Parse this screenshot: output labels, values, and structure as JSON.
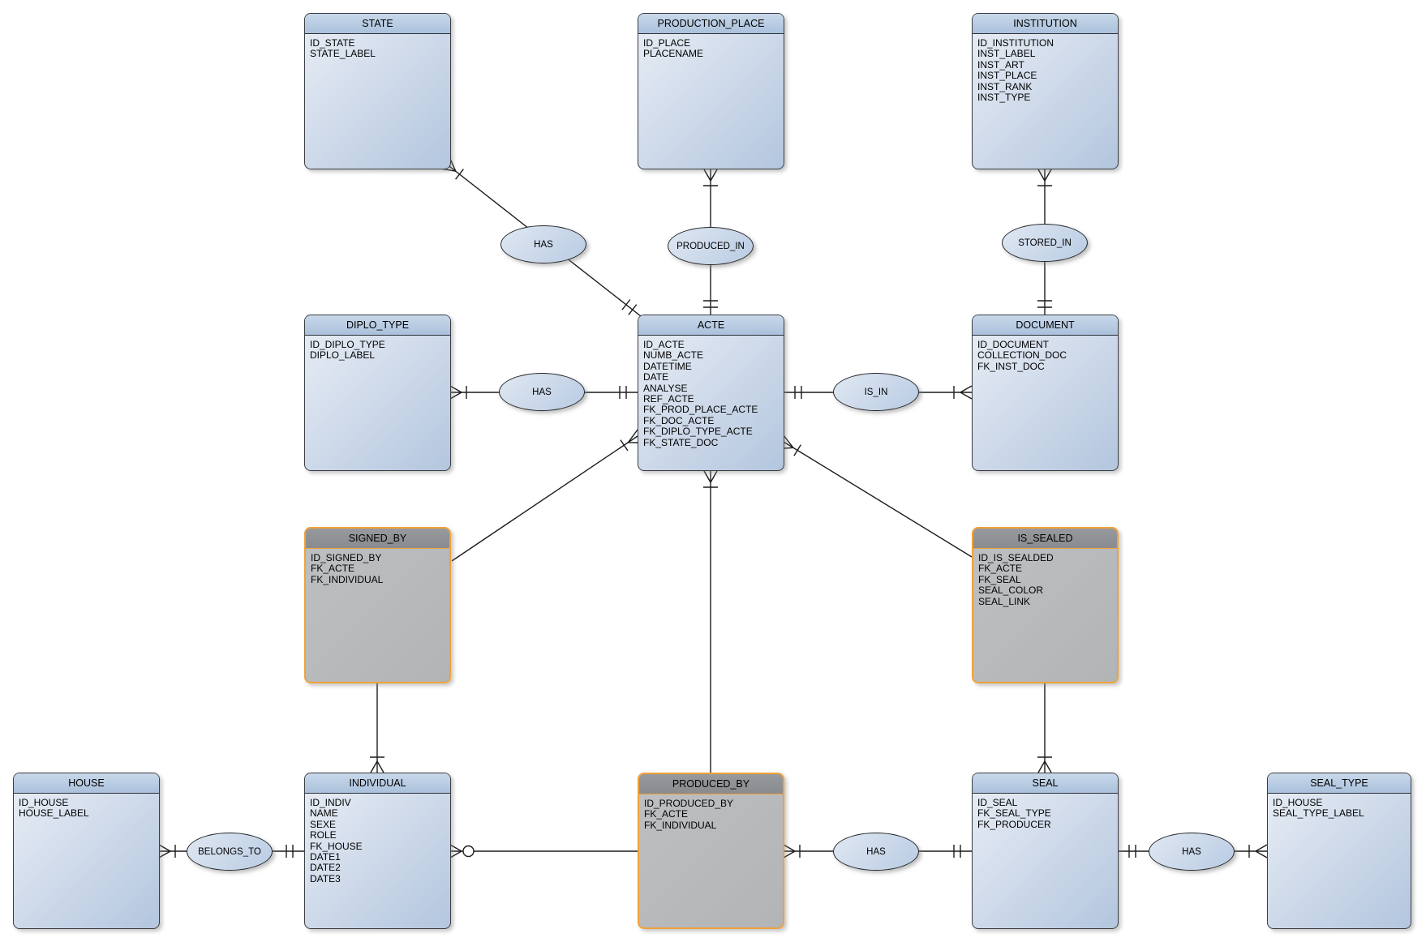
{
  "diagram": {
    "background": "#ffffff",
    "colors": {
      "entity_header": "#b6cbe3",
      "entity_body": "#ccd8e9",
      "entity_border": "#3a3d42",
      "association_header": "#8e9194",
      "association_body": "#b4b6b8",
      "association_border": "#f0a23a",
      "connector_line": "#1c1c1c"
    }
  },
  "entities": {
    "state": {
      "title": "STATE",
      "fields": [
        "ID_STATE",
        "STATE_LABEL"
      ]
    },
    "production_place": {
      "title": "PRODUCTION_PLACE",
      "fields": [
        "ID_PLACE",
        "PLACENAME"
      ]
    },
    "institution": {
      "title": "INSTITUTION",
      "fields": [
        "ID_INSTITUTION",
        "INST_LABEL",
        "INST_ART",
        "INST_PLACE",
        "INST_RANK",
        "INST_TYPE"
      ]
    },
    "diplo_type": {
      "title": "DIPLO_TYPE",
      "fields": [
        "ID_DIPLO_TYPE",
        "DIPLO_LABEL"
      ]
    },
    "acte": {
      "title": "ACTE",
      "fields": [
        "ID_ACTE",
        "NUMB_ACTE",
        "DATETIME",
        "DATE",
        "ANALYSE",
        "REF_ACTE",
        "FK_PROD_PLACE_ACTE",
        "FK_DOC_ACTE",
        "FK_DIPLO_TYPE_ACTE",
        "FK_STATE_DOC"
      ]
    },
    "document": {
      "title": "DOCUMENT",
      "fields": [
        "ID_DOCUMENT",
        "COLLECTION_DOC",
        "FK_INST_DOC"
      ]
    },
    "signed_by": {
      "title": "SIGNED_BY",
      "fields": [
        "ID_SIGNED_BY",
        "FK_ACTE",
        "FK_INDIVIDUAL"
      ]
    },
    "is_sealed": {
      "title": "IS_SEALED",
      "fields": [
        "ID_IS_SEALDED",
        "FK_ACTE",
        "FK_SEAL",
        "SEAL_COLOR",
        "SEAL_LINK"
      ]
    },
    "house": {
      "title": "HOUSE",
      "fields": [
        "ID_HOUSE",
        "HOUSE_LABEL"
      ]
    },
    "individual": {
      "title": "INDIVIDUAL",
      "fields": [
        "ID_INDIV",
        "NAME",
        "SEXE",
        "ROLE",
        "FK_HOUSE",
        "DATE1",
        "DATE2",
        "DATE3"
      ]
    },
    "produced_by": {
      "title": "PRODUCED_BY",
      "fields": [
        "ID_PRODUCED_BY",
        "FK_ACTE",
        "FK_INDIVIDUAL"
      ]
    },
    "seal": {
      "title": "SEAL",
      "fields": [
        "ID_SEAL",
        "FK_SEAL_TYPE",
        "FK_PRODUCER"
      ]
    },
    "seal_type": {
      "title": "SEAL_TYPE",
      "fields": [
        "ID_HOUSE",
        "SEAL_TYPE_LABEL"
      ]
    }
  },
  "relationships": {
    "has_state_acte": {
      "label": "HAS"
    },
    "produced_in": {
      "label": "PRODUCED_IN"
    },
    "stored_in": {
      "label": "STORED_IN"
    },
    "has_diplo_acte": {
      "label": "HAS"
    },
    "is_in": {
      "label": "IS_IN"
    },
    "belongs_to": {
      "label": "BELONGS_TO"
    },
    "has_produced_seal": {
      "label": "HAS"
    },
    "has_seal_type": {
      "label": "HAS"
    }
  }
}
